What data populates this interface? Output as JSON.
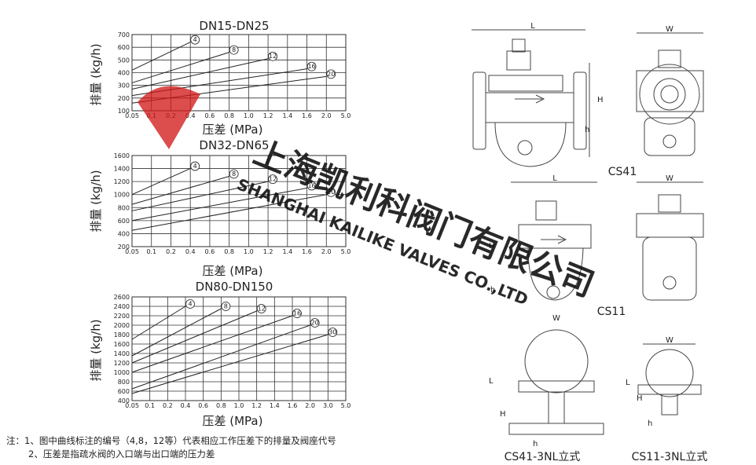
{
  "charts_common": {
    "ylabel": "排量 (kg/h)",
    "xlabel": "压差 (MPa)",
    "x_ticks": [
      "0.05",
      "0.1",
      "0.2",
      "0.4",
      "0.6",
      "0.8",
      "1.0",
      "1.2",
      "1.4",
      "1.6",
      "2.0",
      "5.0"
    ],
    "x_ticks_dn80": [
      "0.05",
      "0.1",
      "0.2",
      "0.4",
      "0.6",
      "0.8",
      "1.0",
      "1.2",
      "1.4",
      "1.6",
      "2.0",
      "3.0",
      "5.0"
    ]
  },
  "chart_data": [
    {
      "type": "line",
      "title": "DN15-DN25",
      "xlabel": "压差 (MPa)",
      "ylabel": "排量 (kg/h)",
      "y_ticks": [
        "700",
        "600",
        "500",
        "400",
        "300",
        "200",
        "100"
      ],
      "ylim": [
        100,
        700
      ],
      "series": [
        {
          "name": "④",
          "x": [
            0.05,
            0.4
          ],
          "y": [
            420,
            640
          ]
        },
        {
          "name": "⑧",
          "x": [
            0.05,
            0.8
          ],
          "y": [
            320,
            560
          ]
        },
        {
          "name": "⑫",
          "x": [
            0.05,
            1.2
          ],
          "y": [
            270,
            510
          ]
        },
        {
          "name": "⑯",
          "x": [
            0.05,
            1.6
          ],
          "y": [
            220,
            430
          ]
        },
        {
          "name": "⑳",
          "x": [
            0.05,
            2.0
          ],
          "y": [
            160,
            370
          ]
        }
      ]
    },
    {
      "type": "line",
      "title": "DN32-DN65",
      "xlabel": "压差 (MPa)",
      "ylabel": "排量 (kg/h)",
      "y_ticks": [
        "1600",
        "1400",
        "1200",
        "1000",
        "800",
        "600",
        "400",
        "200"
      ],
      "ylim": [
        200,
        1600
      ],
      "series": [
        {
          "name": "④",
          "x": [
            0.05,
            0.4
          ],
          "y": [
            1000,
            1400
          ]
        },
        {
          "name": "⑧",
          "x": [
            0.05,
            0.8
          ],
          "y": [
            850,
            1280
          ]
        },
        {
          "name": "⑫",
          "x": [
            0.05,
            1.2
          ],
          "y": [
            750,
            1200
          ]
        },
        {
          "name": "⑯",
          "x": [
            0.05,
            1.6
          ],
          "y": [
            600,
            1100
          ]
        },
        {
          "name": "⑳",
          "x": [
            0.05,
            2.0
          ],
          "y": [
            450,
            1000
          ]
        }
      ]
    },
    {
      "type": "line",
      "title": "DN80-DN150",
      "xlabel": "压差 (MPa)",
      "ylabel": "排量 (kg/h)",
      "y_ticks": [
        "2600",
        "2400",
        "2200",
        "2000",
        "1800",
        "1600",
        "1400",
        "1200",
        "1000",
        "800",
        "600",
        "400"
      ],
      "ylim": [
        400,
        2600
      ],
      "series": [
        {
          "name": "④",
          "x": [
            0.05,
            0.4
          ],
          "y": [
            1700,
            2400
          ]
        },
        {
          "name": "⑧",
          "x": [
            0.05,
            0.8
          ],
          "y": [
            1350,
            2350
          ]
        },
        {
          "name": "⑫",
          "x": [
            0.05,
            1.2
          ],
          "y": [
            1200,
            2300
          ]
        },
        {
          "name": "⑯",
          "x": [
            0.05,
            1.6
          ],
          "y": [
            1000,
            2200
          ]
        },
        {
          "name": "⑳",
          "x": [
            0.05,
            2.0
          ],
          "y": [
            650,
            2000
          ]
        },
        {
          "name": "㉚",
          "x": [
            0.05,
            3.0
          ],
          "y": [
            550,
            1800
          ]
        }
      ]
    }
  ],
  "notes": {
    "line1": "注：1、图中曲线标注的编号（4,8，12等）代表相应工作压差下的排量及阀座代号",
    "line2": "2、压差是指疏水阀的入口端与出口端的压力差"
  },
  "drawings": {
    "cs41_label": "CS41",
    "cs11_label": "CS11",
    "cs41_3nl_label": "CS41-3NL立式",
    "cs11_3nl_label": "CS11-3NL立式",
    "dim_L": "L",
    "dim_W": "W",
    "dim_H": "H",
    "dim_h": "h"
  },
  "watermark": {
    "cn": "上海凯利科阀门有限公司",
    "en": "SHANGHAI KAILIKE VALVES CO.,LTD",
    "color": "#d11515"
  }
}
